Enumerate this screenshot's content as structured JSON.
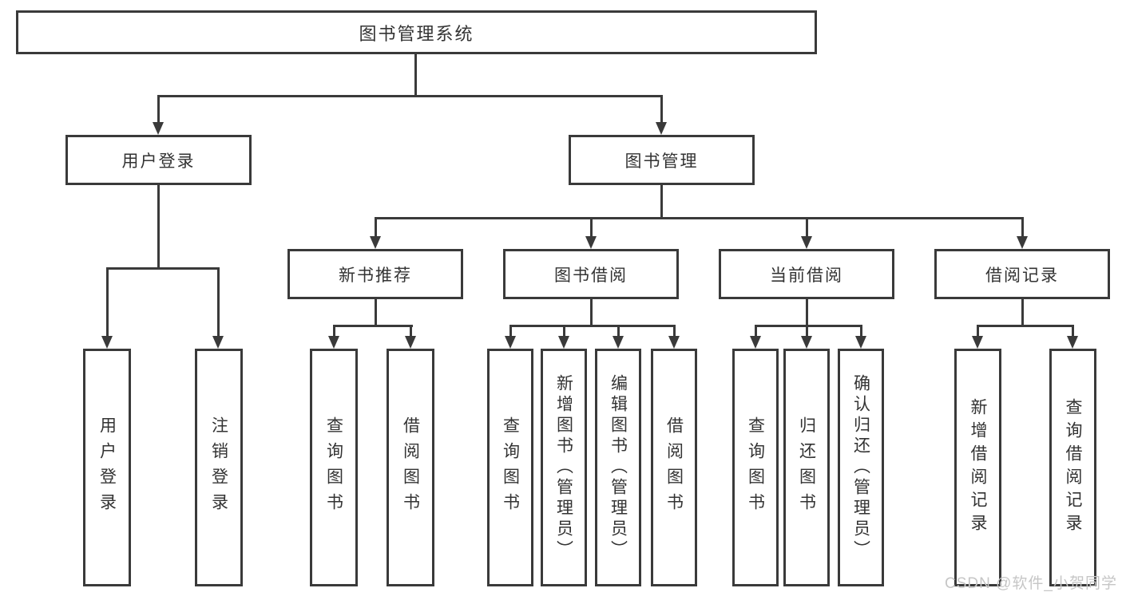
{
  "colors": {
    "line": "#3a3a3a",
    "text": "#333333",
    "watermark": "#c6c6c6",
    "background": "#ffffff"
  },
  "watermark": {
    "text": "CSDN @软件_小贺同学"
  },
  "tree": {
    "label": "图书管理系统",
    "children": [
      {
        "label": "用户登录",
        "children": [
          {
            "label": "用户登录"
          },
          {
            "label": "注销登录"
          }
        ]
      },
      {
        "label": "图书管理",
        "children": [
          {
            "label": "新书推荐",
            "children": [
              {
                "label": "查询图书"
              },
              {
                "label": "借阅图书"
              }
            ]
          },
          {
            "label": "图书借阅",
            "children": [
              {
                "label": "查询图书"
              },
              {
                "label": "新增图书（管理员）"
              },
              {
                "label": "编辑图书（管理员）"
              },
              {
                "label": "借阅图书"
              }
            ]
          },
          {
            "label": "当前借阅",
            "children": [
              {
                "label": "查询图书"
              },
              {
                "label": "归还图书"
              },
              {
                "label": "确认归还（管理员）"
              }
            ]
          },
          {
            "label": "借阅记录",
            "children": [
              {
                "label": "新增借阅记录"
              },
              {
                "label": "查询借阅记录"
              }
            ]
          }
        ]
      }
    ]
  }
}
